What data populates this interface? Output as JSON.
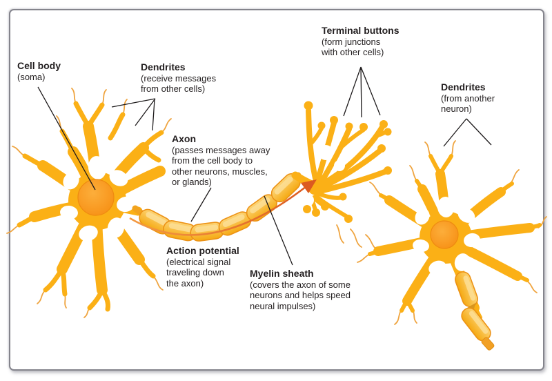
{
  "figure": {
    "type": "neuron-anatomy-diagram"
  },
  "labels": {
    "cell_body": {
      "title": "Cell body",
      "desc": "(soma)"
    },
    "dendrites_left": {
      "title": "Dendrites",
      "desc": "(receive messages\nfrom other cells)"
    },
    "axon": {
      "title": "Axon",
      "desc": "(passes messages away\nfrom the cell body to\nother neurons, muscles,\nor glands)"
    },
    "terminal_buttons": {
      "title": "Terminal buttons",
      "desc": "(form junctions\nwith other cells)"
    },
    "dendrites_right": {
      "title": "Dendrites",
      "desc": "(from another\nneuron)"
    },
    "action_potential": {
      "title": "Action potential",
      "desc": "(electrical signal\ntraveling down\nthe axon)"
    },
    "myelin_sheath": {
      "title": "Myelin sheath",
      "desc": "(covers the axon of some\nneurons and helps speed\nneural impulses)"
    }
  },
  "colors": {
    "neuron_body": "#FBB016",
    "myelin_capsule": "#F9BD3F",
    "capsule_outline": "#EC9215",
    "nucleus": "#F78E12",
    "action_potential_arrow": "#E2622B",
    "pointer_line": "#1D1A1B",
    "text": "#231F20",
    "frame_border": "#84848C"
  }
}
